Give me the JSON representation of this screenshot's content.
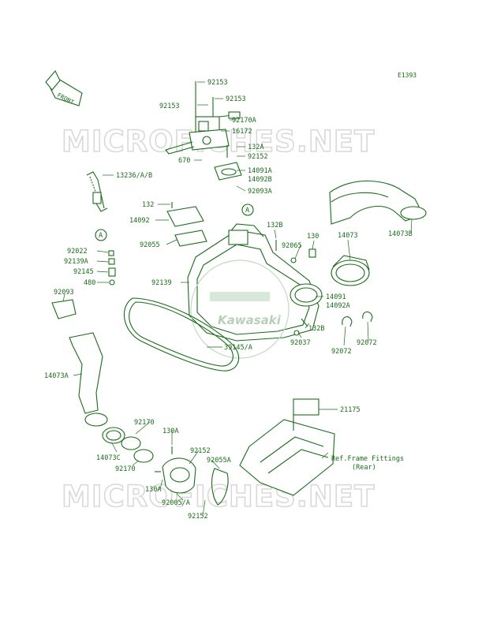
{
  "diagram_code": "E1393",
  "front_indicator": "FRONT",
  "brand_logo_text": "Kawasaki",
  "watermarks": [
    "MICROFICHES.NET",
    "MICROFICHES.NET"
  ],
  "reference_marker": "A",
  "accent_color": "#1a6b1a",
  "parts": [
    {
      "id": "p1",
      "label": "92153"
    },
    {
      "id": "p2",
      "label": "92153"
    },
    {
      "id": "p3",
      "label": "92153"
    },
    {
      "id": "p4",
      "label": "92170A"
    },
    {
      "id": "p5",
      "label": "16172"
    },
    {
      "id": "p6",
      "label": "132A"
    },
    {
      "id": "p7",
      "label": "92152"
    },
    {
      "id": "p8",
      "label": "670"
    },
    {
      "id": "p9",
      "label": "14091A"
    },
    {
      "id": "p10",
      "label": "14092B"
    },
    {
      "id": "p11",
      "label": "92093A"
    },
    {
      "id": "p12",
      "label": "13236/A/B"
    },
    {
      "id": "p13",
      "label": "132"
    },
    {
      "id": "p14",
      "label": "14092"
    },
    {
      "id": "p15",
      "label": "132B"
    },
    {
      "id": "p16",
      "label": "130"
    },
    {
      "id": "p17",
      "label": "92065"
    },
    {
      "id": "p18",
      "label": "92055"
    },
    {
      "id": "p19",
      "label": "14073"
    },
    {
      "id": "p20",
      "label": "14073B"
    },
    {
      "id": "p21",
      "label": "92022"
    },
    {
      "id": "p22",
      "label": "92139A"
    },
    {
      "id": "p23",
      "label": "92145"
    },
    {
      "id": "p24",
      "label": "480"
    },
    {
      "id": "p25",
      "label": "92139"
    },
    {
      "id": "p26",
      "label": "14091"
    },
    {
      "id": "p27",
      "label": "14092A"
    },
    {
      "id": "p28",
      "label": "92093"
    },
    {
      "id": "p29",
      "label": "132B"
    },
    {
      "id": "p30",
      "label": "92037"
    },
    {
      "id": "p31",
      "label": "92072"
    },
    {
      "id": "p32",
      "label": "92072"
    },
    {
      "id": "p33",
      "label": "39145/A"
    },
    {
      "id": "p34",
      "label": "14073A"
    },
    {
      "id": "p35",
      "label": "21175"
    },
    {
      "id": "p36",
      "label": "92170"
    },
    {
      "id": "p37",
      "label": "130A"
    },
    {
      "id": "p38",
      "label": "92152"
    },
    {
      "id": "p39",
      "label": "92055A"
    },
    {
      "id": "p40",
      "label": "14073C"
    },
    {
      "id": "p41",
      "label": "92170"
    },
    {
      "id": "p42",
      "label": "130A"
    },
    {
      "id": "p43",
      "label": "92005/A"
    },
    {
      "id": "p44",
      "label": "92152"
    }
  ],
  "reference_note": {
    "line1": "Ref.Frame Fittings",
    "line2": "(Rear)"
  }
}
